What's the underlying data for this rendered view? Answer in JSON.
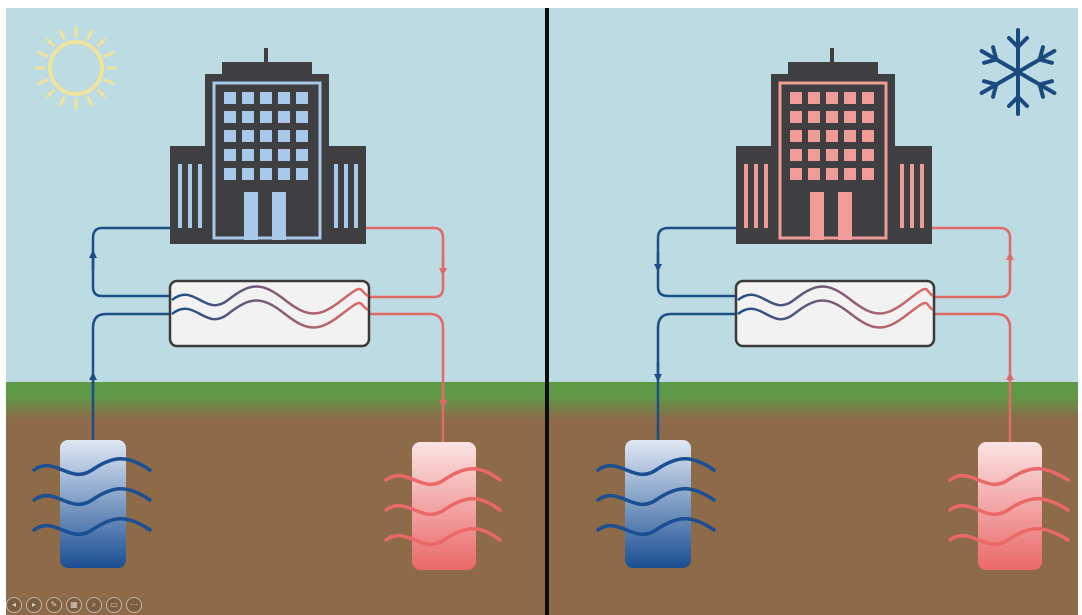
{
  "colors": {
    "sky": "#bcdbe3",
    "grass": "#5e9a45",
    "soil": "#8d6a48",
    "divider": "#0d0d0d",
    "building": "#3f3f41",
    "window_cool": "#a8c8ec",
    "window_warm": "#ef9b98",
    "pipe_cold": "#1b4f86",
    "pipe_hot": "#e26a66",
    "exchanger_fill": "#f2f2f2",
    "exchanger_border": "#3a3a3a",
    "sun": "#efe39a",
    "snowflake": "#1a4a80",
    "tank_cold": "#1a4f93",
    "tank_hot": "#ea6868"
  },
  "scenes": [
    {
      "season": "summer",
      "weather_icon": "sun-icon",
      "building_window_tone": "cool"
    },
    {
      "season": "winter",
      "weather_icon": "snowflake-icon",
      "building_window_tone": "warm"
    }
  ],
  "player_controls": [
    {
      "icon": "previous-icon",
      "glyph": "◂"
    },
    {
      "icon": "next-icon",
      "glyph": "▸"
    },
    {
      "icon": "pen-icon",
      "glyph": "✎"
    },
    {
      "icon": "slides-icon",
      "glyph": "▦"
    },
    {
      "icon": "zoom-icon",
      "glyph": "⌕"
    },
    {
      "icon": "subtitles-icon",
      "glyph": "▭"
    },
    {
      "icon": "more-icon",
      "glyph": "⋯"
    }
  ]
}
